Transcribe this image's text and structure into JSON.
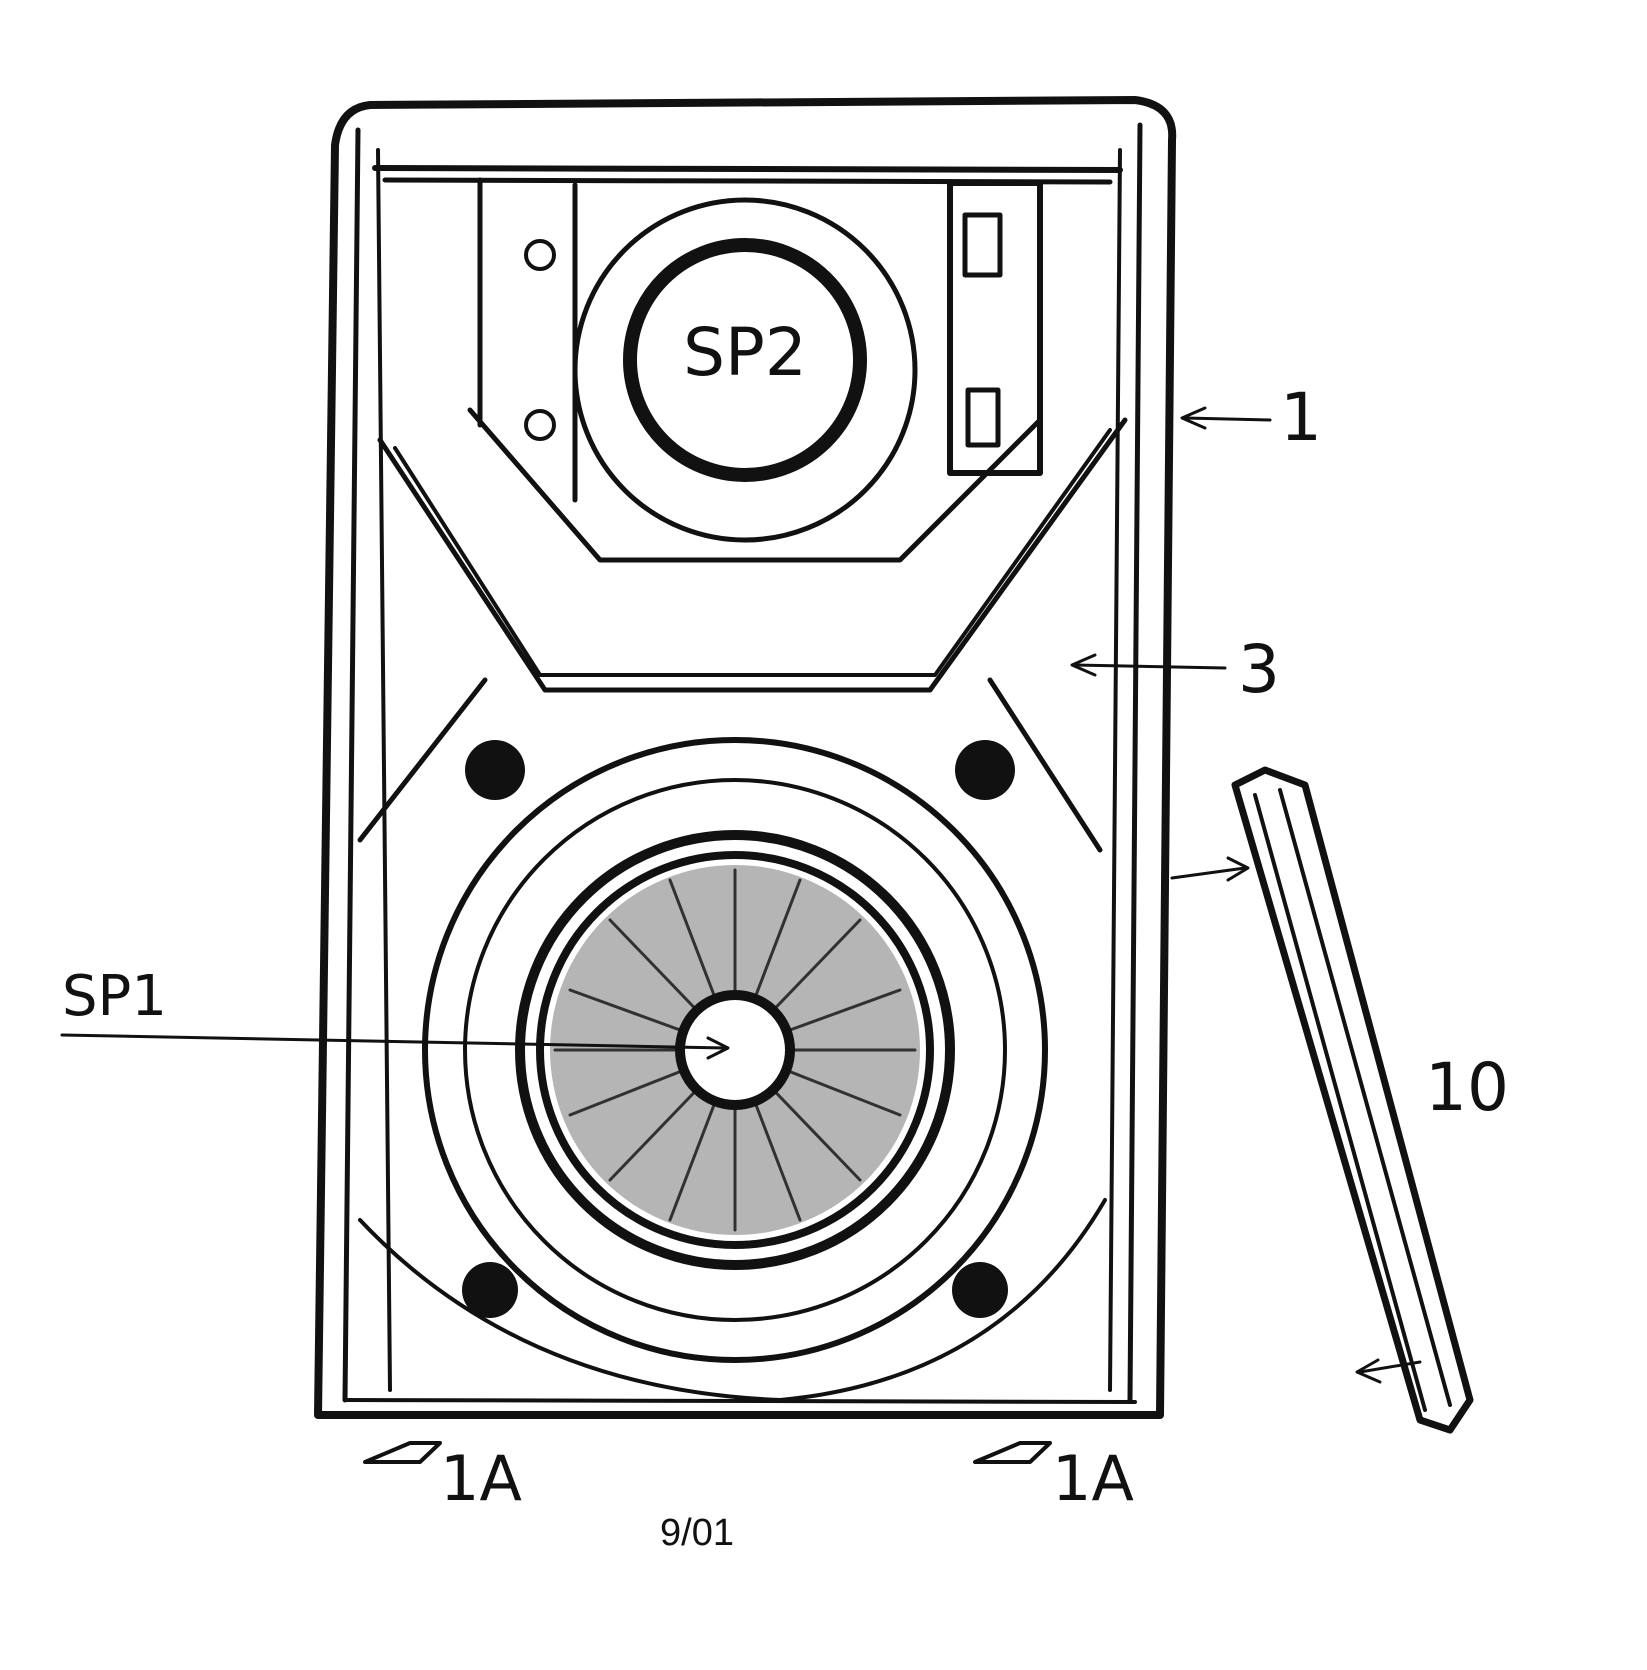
{
  "labels": {
    "sp2": "SP2",
    "sp1": "SP1",
    "ref_1": "1",
    "ref_3": "3",
    "ref_10": "10",
    "foot_left": "1A",
    "foot_right": "1A",
    "page_number": "9/01"
  },
  "colors": {
    "ink": "#111111",
    "background": "#ffffff"
  }
}
